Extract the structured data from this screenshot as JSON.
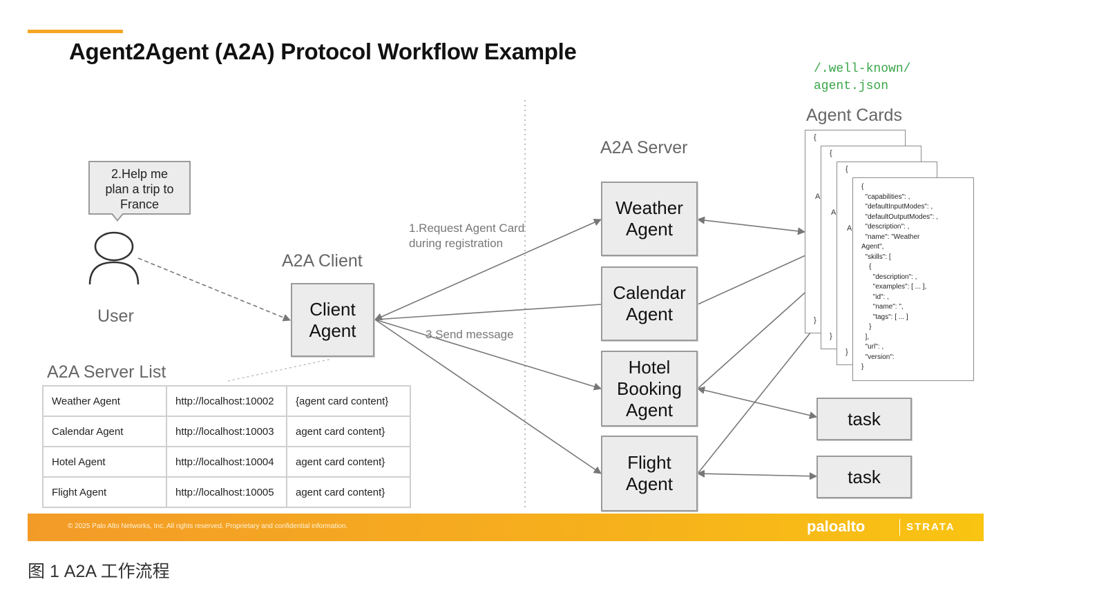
{
  "title": "Agent2Agent (A2A) Protocol Workflow Example",
  "well_known_path": "/.well-known/\nagent.json",
  "labels": {
    "agent_cards": "Agent Cards",
    "a2a_server": "A2A Server",
    "a2a_client": "A2A Client",
    "user": "User",
    "server_list": "A2A Server List"
  },
  "user_bubble": "2.Help me\nplan a trip to\nFrance",
  "notes": {
    "request_card": "1.Request Agent Card\nduring registration",
    "send_message": "3.Send message"
  },
  "client_agent": "Client\nAgent",
  "server_agents": [
    {
      "label": "Weather\nAgent"
    },
    {
      "label": "Calendar\nAgent"
    },
    {
      "label": "Hotel\nBooking\nAgent"
    },
    {
      "label": "Flight\nAgent"
    }
  ],
  "tasks": [
    "task",
    "task"
  ],
  "server_list_rows": [
    [
      "Weather Agent",
      "http://localhost:10002",
      "{agent card content}"
    ],
    [
      "Calendar Agent",
      "http://localhost:10003",
      "agent card content}"
    ],
    [
      "Hotel Agent",
      "http://localhost:10004",
      "agent card content}"
    ],
    [
      "Flight Agent",
      "http://localhost:10005",
      "agent card content}"
    ]
  ],
  "card_brace_open": "{",
  "card_brace_close": "}",
  "card_stub": "A",
  "agent_card_json": "{\n  \"capabilities\": ,\n  \"defaultInputModes\": ,\n  \"defaultOutputModes\": ,\n  \"description\": ,\n  \"name\": \"Weather\nAgent\",\n  \"skills\": [\n    {\n      \"description\": ,\n      \"examples\": [ ... ],\n      \"id\": ,\n      \"name\": \",\n      \"tags\": [ ... ]\n    }\n  ],\n  \"url\": ,\n  \"version\":\n}",
  "footer": {
    "copyright": "© 2025 Palo Alto Networks, Inc. All rights reserved. Proprietary and confidential information.",
    "brand": "paloalto",
    "product": "STRATA"
  },
  "caption": "图 1 A2A 工作流程",
  "colors": {
    "accent": "#f5a623",
    "path_green": "#3aa64a",
    "box_fill": "#ececec",
    "box_border": "#9a9a9a"
  }
}
